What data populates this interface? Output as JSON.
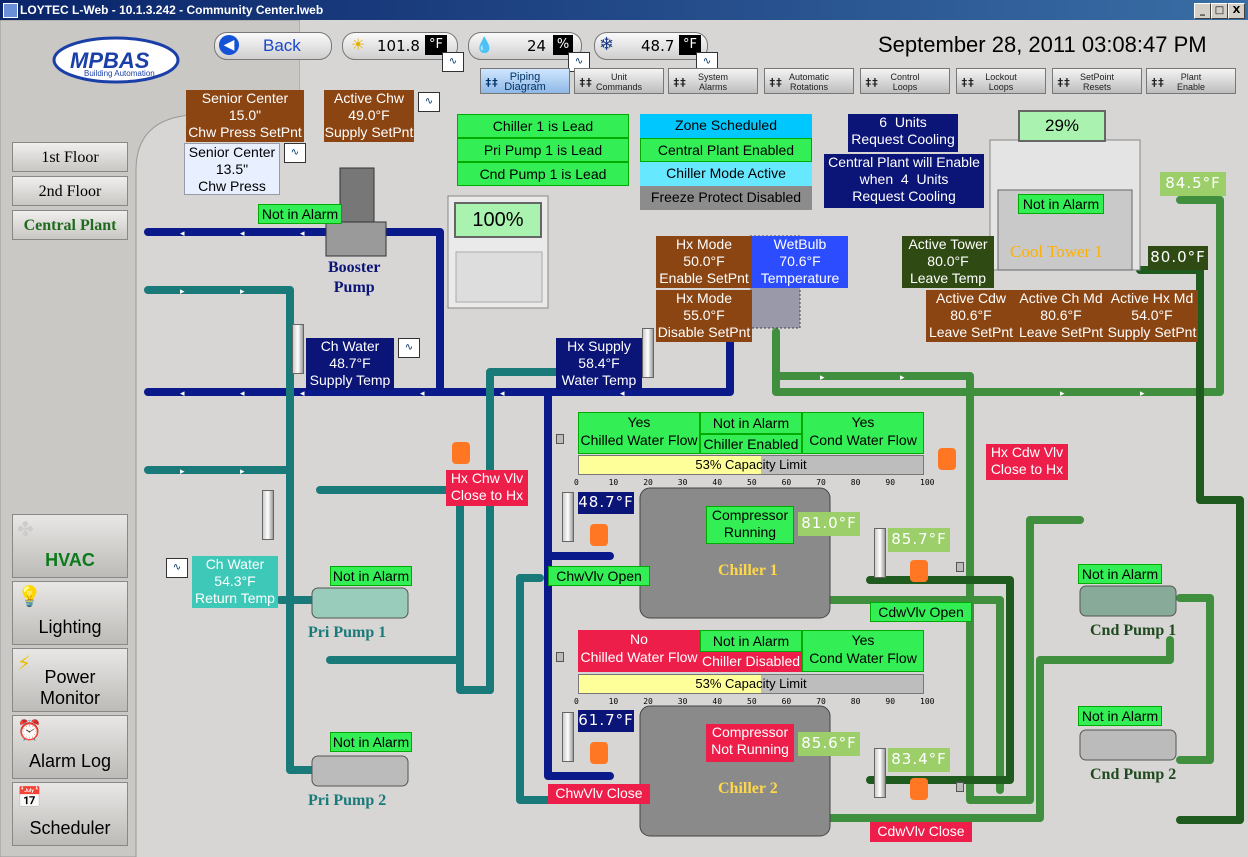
{
  "window": {
    "title": "LOYTEC L-Web - 10.1.3.242 - Community Center.lweb",
    "minimize": "_",
    "maximize": "□",
    "close": "X"
  },
  "brand": {
    "logo": "MPBAS",
    "tagline": "Building Automation"
  },
  "header": {
    "back_label": "Back",
    "outdoor_temp": "101.8",
    "temp_unit": "°F",
    "humidity": "24",
    "humidity_unit": "%",
    "wetbulb": "48.7",
    "datetime": "September 28, 2011  03:08:47 PM"
  },
  "toolbar": [
    {
      "label": "Piping\nDiagram",
      "selected": true
    },
    {
      "label": "Unit\nCommands"
    },
    {
      "label": "System\nAlarms"
    },
    {
      "label": "Automatic\nRotations"
    },
    {
      "label": "Control\nLoops"
    },
    {
      "label": "Lockout\nLoops"
    },
    {
      "label": "SetPoint\nResets"
    },
    {
      "label": "Plant\nEnable"
    }
  ],
  "floors": [
    "1st Floor",
    "2nd Floor",
    "Central Plant"
  ],
  "menu": [
    "HVAC",
    "Lighting",
    "Power\nMonitor",
    "Alarm Log",
    "Scheduler"
  ],
  "labels": {
    "senior_center_setpoint": "Senior Center\n15.0\"\nChw Press SetPnt",
    "active_chw": "Active Chw\n49.0°F\nSupply SetPnt",
    "senior_center_press": "Senior Center\n13.5\"\nChw Press",
    "chiller1_lead": "Chiller 1 is Lead",
    "pri_pump1_lead": "Pri Pump 1 is Lead",
    "cnd_pump1_lead": "Cnd Pump 1 is Lead",
    "zone_scheduled": "Zone Scheduled",
    "plant_enabled": "Central Plant Enabled",
    "chiller_mode": "Chiller Mode Active",
    "freeze_protect": "Freeze Protect Disabled",
    "units_request": "6  Units\nRequest Cooling",
    "plant_enable_when": "Central Plant will Enable\nwhen  4  Units\nRequest Cooling",
    "tower_pct": "29%",
    "booster_pct": "100%",
    "booster_alarm": "Not in Alarm",
    "booster_pump": "Booster\nPump",
    "hx_enable": "Hx Mode\n50.0°F\nEnable SetPnt",
    "hx_disable": "Hx Mode\n55.0°F\nDisable SetPnt",
    "wetbulb_temp": "WetBulb\n70.6°F\nTemperature",
    "tower_alarm": "Not in Alarm",
    "cool_tower": "Cool Tower 1",
    "tower_temp1": "84.5°F",
    "tower_temp2": "80.0°F",
    "active_tower": "Active Tower\n80.0°F\nLeave Temp",
    "active_cdw": "Active Cdw\n80.6°F\nLeave SetPnt",
    "active_chmd": "Active Ch Md\n80.6°F\nLeave SetPnt",
    "active_hxmd": "Active Hx Md\n54.0°F\nSupply SetPnt",
    "ch_water_supply": "Ch Water\n48.7°F\nSupply Temp",
    "hx_supply": "Hx Supply\n58.4°F\nWater Temp",
    "hx_chw_vlv": "Hx Chw Vlv\nClose to Hx",
    "hx_cdw_vlv": "Hx Cdw Vlv\nClose to Hx",
    "ch_water_return": "Ch Water\n54.3°F\nReturn Temp",
    "pri_pump1_alarm": "Not in Alarm",
    "pri_pump1": "Pri Pump 1",
    "pri_pump2_alarm": "Not in Alarm",
    "pri_pump2": "Pri Pump 2",
    "cnd_pump1_alarm": "Not in Alarm",
    "cnd_pump1": "Cnd Pump 1",
    "cnd_pump2_alarm": "Not in Alarm",
    "cnd_pump2": "Cnd Pump 2"
  },
  "chiller1": {
    "flow": "Yes\nChilled Water Flow",
    "alarm": "Not in Alarm",
    "enabled": "Chiller Enabled",
    "cond_flow": "Yes\nCond Water Flow",
    "capacity": "53% Capacity Limit",
    "capacity_value": 53,
    "lwt": "48.7°F",
    "compressor": "Compressor\nRunning",
    "ewt": "81.0°F",
    "cdw_temp": "85.7°F",
    "chw_vlv": "ChwVlv Open",
    "cdw_vlv": "CdwVlv Open",
    "name": "Chiller 1"
  },
  "chiller2": {
    "flow": "No\nChilled Water Flow",
    "alarm": "Not in Alarm",
    "enabled": "Chiller Disabled",
    "cond_flow": "Yes\nCond Water Flow",
    "capacity": "53% Capacity Limit",
    "capacity_value": 53,
    "lwt": "61.7°F",
    "compressor": "Compressor\nNot Running",
    "ewt": "85.6°F",
    "cdw_temp": "83.4°F",
    "chw_vlv": "ChwVlv Close",
    "cdw_vlv": "CdwVlv Close",
    "name": "Chiller 2"
  },
  "scale_ticks": [
    "0",
    "10",
    "20",
    "30",
    "40",
    "50",
    "60",
    "70",
    "80",
    "90",
    "100"
  ],
  "colors": {
    "chw_pipe": "#0b1a8a",
    "cw_pipe": "#1a7a7a",
    "cdw_pipe": "#2e7d2e",
    "accent_green": "#33ee55",
    "accent_red": "#ee1e4a"
  }
}
